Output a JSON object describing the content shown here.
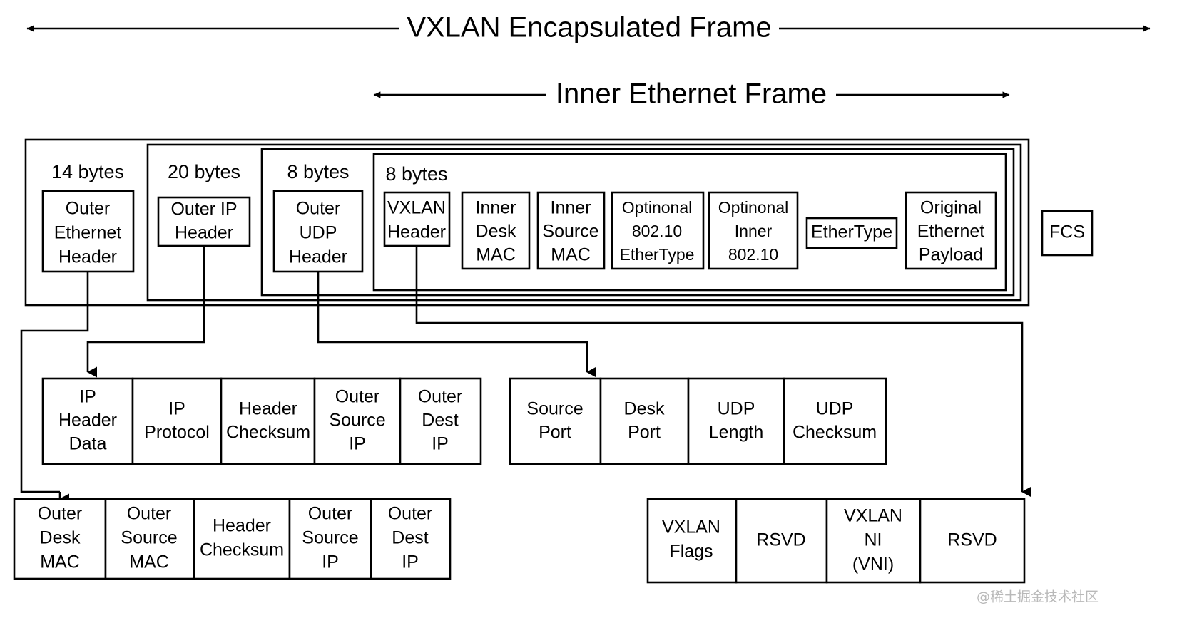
{
  "titles": {
    "outer": "VXLAN Encapsulated Frame",
    "inner": "Inner Ethernet Frame"
  },
  "byte_labels": {
    "outer_ethernet": "14 bytes",
    "outer_ip": "20 bytes",
    "outer_udp": "8 bytes",
    "vxlan": "8 bytes"
  },
  "main_row": [
    {
      "id": "outer-ethernet-header",
      "lines": [
        "Outer",
        "Ethernet",
        "Header"
      ]
    },
    {
      "id": "outer-ip-header",
      "lines": [
        "Outer IP",
        "Header"
      ]
    },
    {
      "id": "outer-udp-header",
      "lines": [
        "Outer",
        "UDP",
        "Header"
      ]
    },
    {
      "id": "vxlan-header",
      "lines": [
        "VXLAN",
        "Header"
      ]
    },
    {
      "id": "inner-desk-mac",
      "lines": [
        "Inner",
        "Desk",
        "MAC"
      ]
    },
    {
      "id": "inner-source-mac",
      "lines": [
        "Inner",
        "Source",
        "MAC"
      ]
    },
    {
      "id": "optional-8021q-ethertype",
      "lines": [
        "Optinonal",
        "802.10",
        "EtherType"
      ]
    },
    {
      "id": "optional-inner-8021q",
      "lines": [
        "Optinonal",
        "Inner",
        "802.10"
      ]
    },
    {
      "id": "ethertype",
      "lines": [
        "EtherType"
      ]
    },
    {
      "id": "original-ethernet-payload",
      "lines": [
        "Original",
        "Ethernet",
        "Payload"
      ]
    },
    {
      "id": "fcs",
      "lines": [
        "FCS"
      ]
    }
  ],
  "ip_detail_row": [
    {
      "id": "ip-header-data",
      "lines": [
        "IP",
        "Header",
        "Data"
      ]
    },
    {
      "id": "ip-protocol",
      "lines": [
        "IP",
        "Protocol"
      ]
    },
    {
      "id": "header-checksum",
      "lines": [
        "Header",
        "Checksum"
      ]
    },
    {
      "id": "outer-source-ip",
      "lines": [
        "Outer",
        "Source",
        "IP"
      ]
    },
    {
      "id": "outer-dest-ip",
      "lines": [
        "Outer",
        "Dest",
        "IP"
      ]
    }
  ],
  "udp_detail_row": [
    {
      "id": "source-port",
      "lines": [
        "Source",
        "Port"
      ]
    },
    {
      "id": "desk-port",
      "lines": [
        "Desk",
        "Port"
      ]
    },
    {
      "id": "udp-length",
      "lines": [
        "UDP",
        "Length"
      ]
    },
    {
      "id": "udp-checksum",
      "lines": [
        "UDP",
        "Checksum"
      ]
    }
  ],
  "ethernet_detail_row": [
    {
      "id": "outer-desk-mac",
      "lines": [
        "Outer",
        "Desk",
        "MAC"
      ]
    },
    {
      "id": "outer-source-mac",
      "lines": [
        "Outer",
        "Source",
        "MAC"
      ]
    },
    {
      "id": "eth-header-checksum",
      "lines": [
        "Header",
        "Checksum"
      ]
    },
    {
      "id": "eth-outer-source-ip",
      "lines": [
        "Outer",
        "Source",
        "IP"
      ]
    },
    {
      "id": "eth-outer-dest-ip",
      "lines": [
        "Outer",
        "Dest",
        "IP"
      ]
    }
  ],
  "vxlan_detail_row": [
    {
      "id": "vxlan-flags",
      "lines": [
        "VXLAN",
        "Flags"
      ]
    },
    {
      "id": "rsvd-1",
      "lines": [
        "RSVD"
      ]
    },
    {
      "id": "vxlan-ni-vni",
      "lines": [
        "VXLAN",
        "NI",
        "(VNI)"
      ]
    },
    {
      "id": "rsvd-2",
      "lines": [
        "RSVD"
      ]
    }
  ],
  "watermark": "@稀土掘金技术社区",
  "colors": {
    "stroke": "#000000",
    "background": "#ffffff",
    "watermark": "#b9b9b9"
  }
}
